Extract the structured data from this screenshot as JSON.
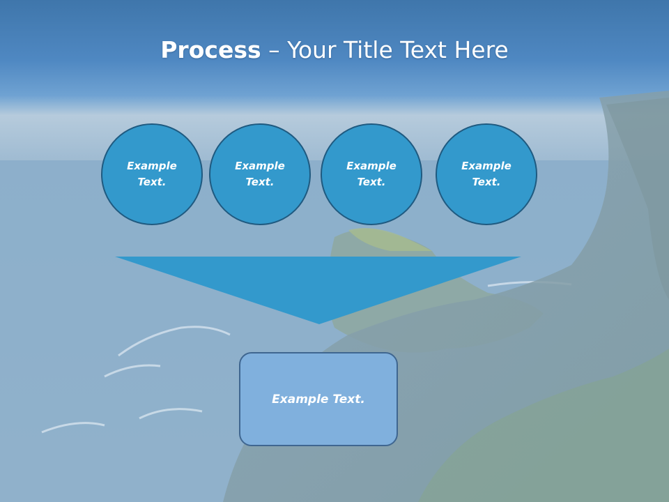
{
  "title": {
    "bold": "Process",
    "dash": " – ",
    "rest": "Your Title Text Here"
  },
  "circles": [
    {
      "line1": "Example",
      "line2": "Text."
    },
    {
      "line1": "Example",
      "line2": "Text."
    },
    {
      "line1": "Example",
      "line2": "Text."
    },
    {
      "line1": "Example",
      "line2": "Text."
    }
  ],
  "result": {
    "label": "Example Text."
  },
  "colors": {
    "circle_fill": "#3399cc",
    "funnel_fill": "#3399cc",
    "box_fill": "#80b0dd",
    "title_bar": "#4a86c0"
  }
}
